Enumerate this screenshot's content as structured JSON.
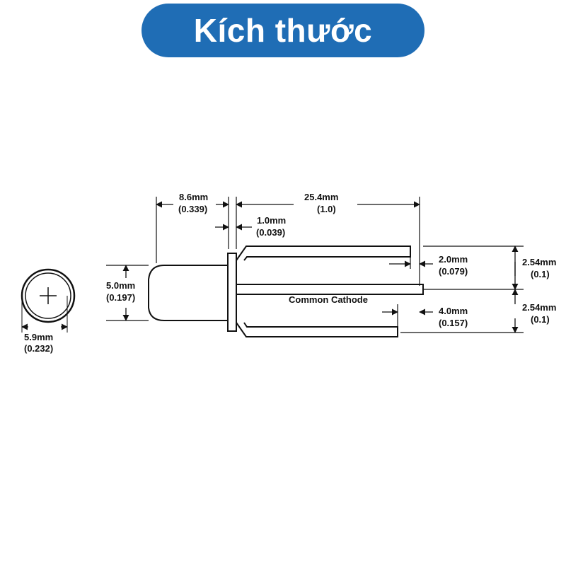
{
  "header": {
    "title": "Kích thước",
    "color": "#1f6db5"
  },
  "diagram": {
    "front_view": {
      "dia_mm": "5.9mm",
      "dia_in": "(0.232)"
    },
    "body_dia": {
      "mm": "5.0mm",
      "in": "(0.197)"
    },
    "body_length": {
      "mm": "8.6mm",
      "in": "(0.339)"
    },
    "flange": {
      "mm": "1.0mm",
      "in": "(0.039)"
    },
    "lead_length": {
      "mm": "25.4mm",
      "in": "(1.0)"
    },
    "lead_diff": {
      "mm": "2.0mm",
      "in": "(0.079)"
    },
    "cathode_diff": {
      "mm": "4.0mm",
      "in": "(0.157)"
    },
    "pitch_top": {
      "mm": "2.54mm",
      "in": "(0.1)"
    },
    "pitch_bottom": {
      "mm": "2.54mm",
      "in": "(0.1)"
    },
    "cathode_label": "Common Cathode"
  }
}
